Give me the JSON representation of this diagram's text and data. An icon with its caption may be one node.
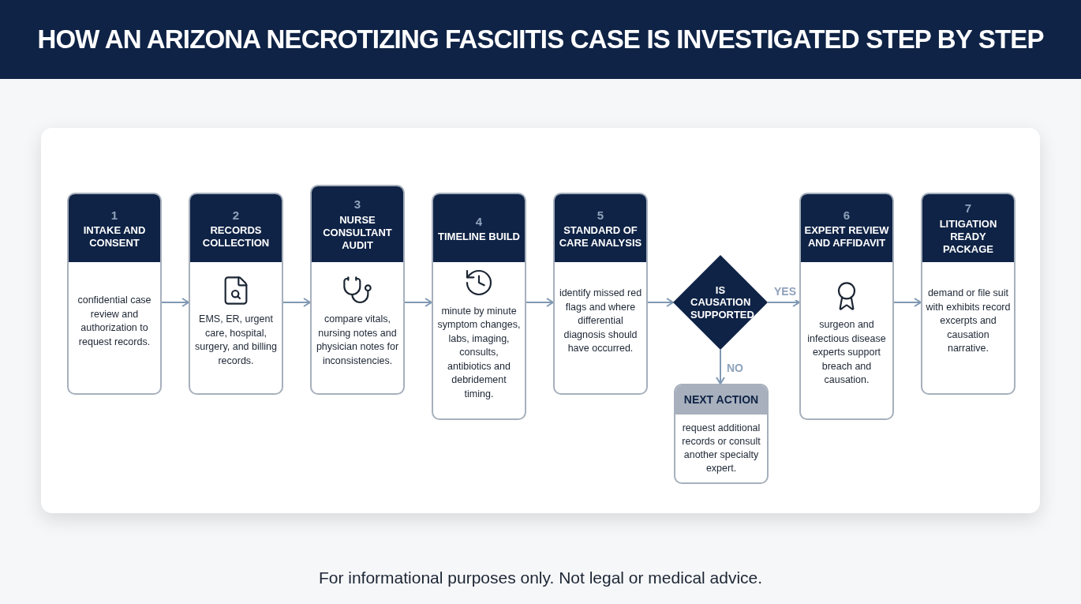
{
  "diagram": {
    "title": "HOW AN ARIZONA NECROTIZING FASCIITIS CASE IS INVESTIGATED STEP BY STEP",
    "nodes": [
      {
        "text": [
          "1",
          "INTAKE AND CONSENT",
          "confidential case review and authorization to request records."
        ]
      },
      {
        "text": [
          "2",
          "RECORDS COLLECTION",
          "EMS, ER, urgent care, hospital, surgery, and billing records."
        ]
      },
      {
        "text": [
          "3",
          "NURSE CONSULTANT AUDIT",
          "compare vitals, nursing notes and physician notes for inconsistencies."
        ]
      },
      {
        "text": [
          "4",
          "TIMELINE BUILD",
          "minute by minute symptom changes, labs, imaging, consults, antibiotics and debridement timing."
        ]
      },
      {
        "text": [
          "5",
          "STANDARD OF CARE ANALYSIS",
          "identify missed red flags and where differential diagnosis should have occurred."
        ]
      },
      {
        "text": [
          "IS CAUSATION SUPPORTED"
        ]
      },
      {
        "text": [
          "6",
          "EXPERT REVIEW AND AFFIDAVIT",
          "surgeon and infectious disease experts support breach and causation."
        ]
      },
      {
        "text": [
          "7",
          "LITIGATION READY PACKAGE",
          "demand or file suit with exhibits record excerpts and causation narrative."
        ]
      },
      {
        "text": [
          "NEXT ACTION",
          "request additional records or consult another specialty expert."
        ]
      }
    ],
    "edges": [
      {
        "from": 0,
        "to": 1,
        "arrow": "to"
      },
      {
        "from": 1,
        "to": 2,
        "arrow": "to"
      },
      {
        "from": 2,
        "to": 3,
        "arrow": "to"
      },
      {
        "from": 3,
        "to": 4,
        "arrow": "to"
      },
      {
        "from": 4,
        "to": 5,
        "arrow": "to"
      },
      {
        "from": 5,
        "to": 6,
        "arrow": "to",
        "label": "YES"
      },
      {
        "from": 6,
        "to": 7,
        "arrow": "to"
      },
      {
        "from": 5,
        "to": 8,
        "arrow": "to",
        "label": "NO"
      }
    ],
    "labels": [
      "For informational purposes only. Not legal or medical advice."
    ]
  }
}
